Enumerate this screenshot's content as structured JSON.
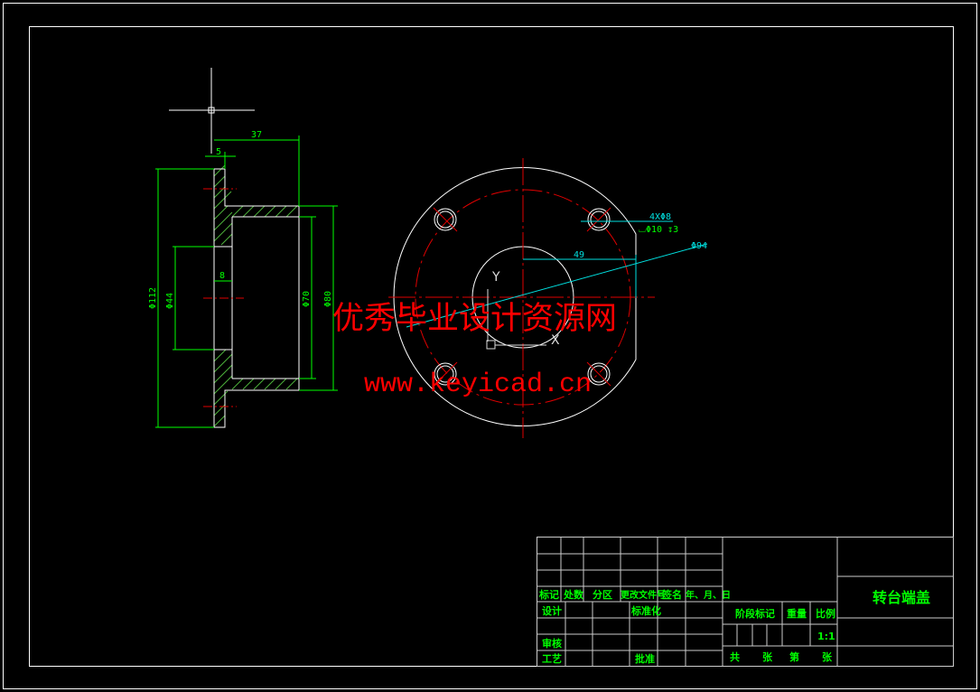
{
  "drawing": {
    "title": "转台端盖",
    "scale": "1:1",
    "colors": {
      "background": "#000000",
      "outline": "#ffffff",
      "dimension": "#00ff00",
      "center": "#ff0000",
      "leader": "#00e0e0"
    }
  },
  "title_block": {
    "header": [
      "标记",
      "处数",
      "分区",
      "更改文件号",
      "签名",
      "年、月、日"
    ],
    "design": "设计",
    "standardize": "标准化",
    "review": "审核",
    "process": "工艺",
    "approve": "批准",
    "stage_mark": "阶段标记",
    "weight": "重量",
    "ratio": "比例",
    "total": "共",
    "sheets1": "张",
    "page": "第",
    "sheets2": "张"
  },
  "dimensions": {
    "len37": "37",
    "len5": "5",
    "len8": "8",
    "d112": "Φ112",
    "d44": "Φ44",
    "d70": "Φ70",
    "d80": "Φ80",
    "len49": "49",
    "d94": "Φ94",
    "holes": "4XΦ8",
    "counterbore": "⌴Φ10 ↧3"
  },
  "ucs": {
    "x": "X",
    "y": "Y"
  },
  "watermark": {
    "cn": "优秀毕业设计资源网",
    "url": "www.keyicad.cn"
  }
}
